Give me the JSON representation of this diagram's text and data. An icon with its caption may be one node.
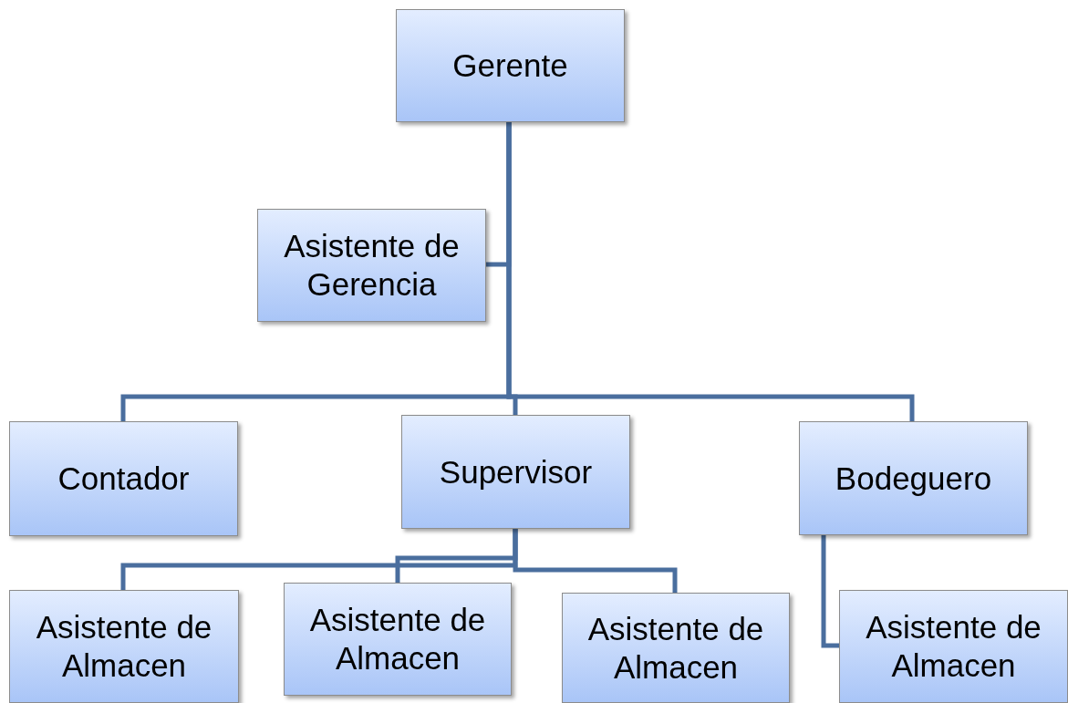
{
  "diagram": {
    "nodes": [
      {
        "text": [
          "Gerente"
        ]
      },
      {
        "text": [
          "Asistente de Gerencia"
        ]
      },
      {
        "text": [
          "Contador"
        ]
      },
      {
        "text": [
          "Supervisor"
        ]
      },
      {
        "text": [
          "Bodeguero"
        ]
      },
      {
        "text": [
          "Asistente de Almacen"
        ]
      },
      {
        "text": [
          "Asistente de Almacen"
        ]
      },
      {
        "text": [
          "Asistente de Almacen"
        ]
      },
      {
        "text": [
          "Asistente de Almacen"
        ]
      }
    ],
    "edges": [
      {
        "from": 0,
        "to": 1,
        "arrow": "none"
      },
      {
        "from": 0,
        "to": 2,
        "arrow": "none"
      },
      {
        "from": 0,
        "to": 3,
        "arrow": "none"
      },
      {
        "from": 0,
        "to": 4,
        "arrow": "none"
      },
      {
        "from": 3,
        "to": 5,
        "arrow": "none"
      },
      {
        "from": 3,
        "to": 6,
        "arrow": "none"
      },
      {
        "from": 3,
        "to": 7,
        "arrow": "none"
      },
      {
        "from": 4,
        "to": 8,
        "arrow": "none"
      }
    ]
  }
}
